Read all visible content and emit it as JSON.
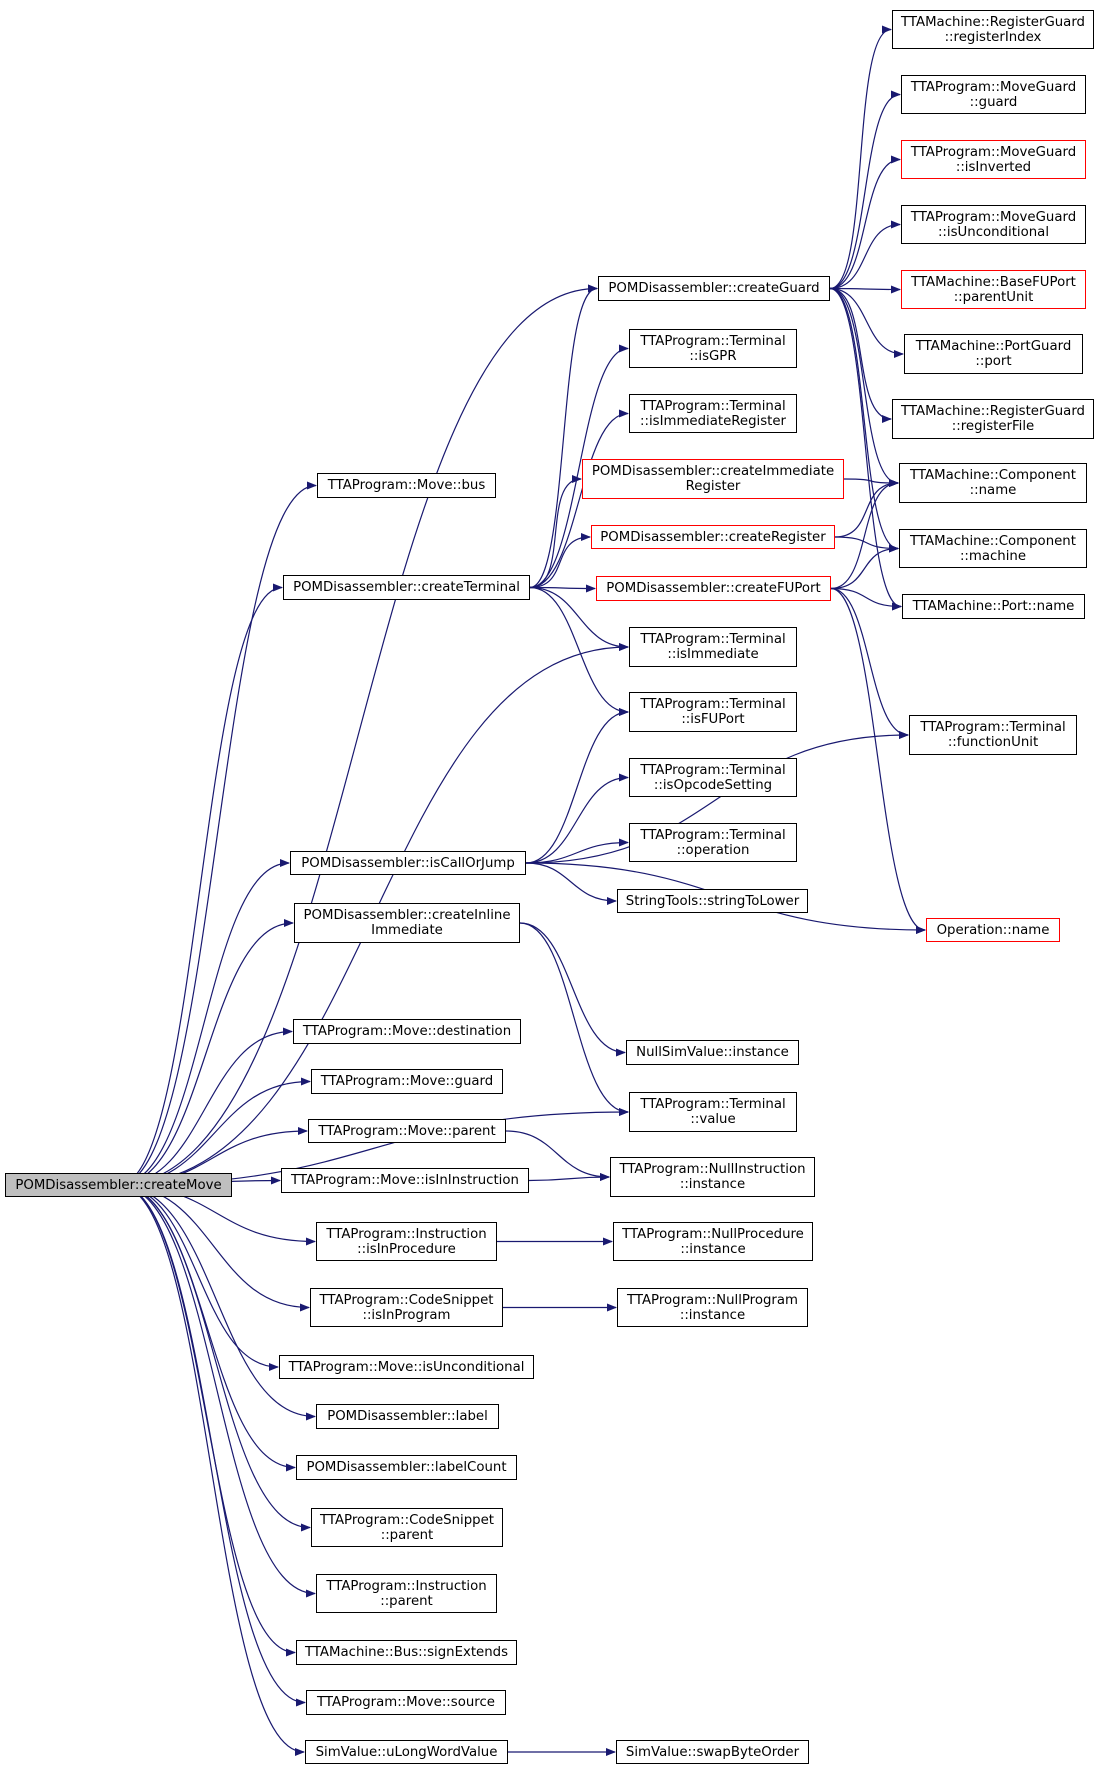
{
  "diagram": {
    "root": "create_move",
    "colors": {
      "edge": "#191970",
      "node_border": "#000000",
      "incomplete_border": "#ff0000",
      "root_fill": "#bfbfbf"
    },
    "nodes": {
      "create_move": {
        "lines": [
          "POMDisassembler::createMove"
        ],
        "incomplete": false
      },
      "move_bus": {
        "lines": [
          "TTAProgram::Move::bus"
        ],
        "incomplete": false
      },
      "create_terminal": {
        "lines": [
          "POMDisassembler::createTerminal"
        ],
        "incomplete": false
      },
      "is_call_or_jump": {
        "lines": [
          "POMDisassembler::isCallOrJump"
        ],
        "incomplete": false
      },
      "create_inline_immediate": {
        "lines": [
          "POMDisassembler::createInline",
          "Immediate"
        ],
        "incomplete": false
      },
      "move_destination": {
        "lines": [
          "TTAProgram::Move::destination"
        ],
        "incomplete": false
      },
      "move_guard": {
        "lines": [
          "TTAProgram::Move::guard"
        ],
        "incomplete": false
      },
      "move_parent": {
        "lines": [
          "TTAProgram::Move::parent"
        ],
        "incomplete": false
      },
      "move_is_in_instruction": {
        "lines": [
          "TTAProgram::Move::isInInstruction"
        ],
        "incomplete": false
      },
      "instruction_is_in_procedure": {
        "lines": [
          "TTAProgram::Instruction",
          "::isInProcedure"
        ],
        "incomplete": false
      },
      "code_snippet_is_in_program": {
        "lines": [
          "TTAProgram::CodeSnippet",
          "::isInProgram"
        ],
        "incomplete": false
      },
      "move_is_unconditional": {
        "lines": [
          "TTAProgram::Move::isUnconditional"
        ],
        "incomplete": false
      },
      "label": {
        "lines": [
          "POMDisassembler::label"
        ],
        "incomplete": false
      },
      "label_count": {
        "lines": [
          "POMDisassembler::labelCount"
        ],
        "incomplete": false
      },
      "code_snippet_parent": {
        "lines": [
          "TTAProgram::CodeSnippet",
          "::parent"
        ],
        "incomplete": false
      },
      "instruction_parent": {
        "lines": [
          "TTAProgram::Instruction",
          "::parent"
        ],
        "incomplete": false
      },
      "bus_sign_extends": {
        "lines": [
          "TTAMachine::Bus::signExtends"
        ],
        "incomplete": false
      },
      "move_source": {
        "lines": [
          "TTAProgram::Move::source"
        ],
        "incomplete": false
      },
      "u_long_word_value": {
        "lines": [
          "SimValue::uLongWordValue"
        ],
        "incomplete": false
      },
      "create_guard": {
        "lines": [
          "POMDisassembler::createGuard"
        ],
        "incomplete": false
      },
      "terminal_is_gpr": {
        "lines": [
          "TTAProgram::Terminal",
          "::isGPR"
        ],
        "incomplete": false
      },
      "terminal_is_immediate_register": {
        "lines": [
          "TTAProgram::Terminal",
          "::isImmediateRegister"
        ],
        "incomplete": false
      },
      "create_immediate_register": {
        "lines": [
          "POMDisassembler::createImmediate",
          "Register"
        ],
        "incomplete": true
      },
      "create_register": {
        "lines": [
          "POMDisassembler::createRegister"
        ],
        "incomplete": true
      },
      "create_fu_port": {
        "lines": [
          "POMDisassembler::createFUPort"
        ],
        "incomplete": true
      },
      "terminal_is_immediate": {
        "lines": [
          "TTAProgram::Terminal",
          "::isImmediate"
        ],
        "incomplete": false
      },
      "terminal_is_fu_port": {
        "lines": [
          "TTAProgram::Terminal",
          "::isFUPort"
        ],
        "incomplete": false
      },
      "terminal_is_opcode_setting": {
        "lines": [
          "TTAProgram::Terminal",
          "::isOpcodeSetting"
        ],
        "incomplete": false
      },
      "terminal_operation": {
        "lines": [
          "TTAProgram::Terminal",
          "::operation"
        ],
        "incomplete": false
      },
      "string_to_lower": {
        "lines": [
          "StringTools::stringToLower"
        ],
        "incomplete": false
      },
      "null_sim_value_instance": {
        "lines": [
          "NullSimValue::instance"
        ],
        "incomplete": false
      },
      "terminal_value": {
        "lines": [
          "TTAProgram::Terminal",
          "::value"
        ],
        "incomplete": false
      },
      "null_instruction_instance": {
        "lines": [
          "TTAProgram::NullInstruction",
          "::instance"
        ],
        "incomplete": false
      },
      "null_procedure_instance": {
        "lines": [
          "TTAProgram::NullProcedure",
          "::instance"
        ],
        "incomplete": false
      },
      "null_program_instance": {
        "lines": [
          "TTAProgram::NullProgram",
          "::instance"
        ],
        "incomplete": false
      },
      "swap_byte_order": {
        "lines": [
          "SimValue::swapByteOrder"
        ],
        "incomplete": false
      },
      "register_guard_register_index": {
        "lines": [
          "TTAMachine::RegisterGuard",
          "::registerIndex"
        ],
        "incomplete": false
      },
      "move_guard_guard": {
        "lines": [
          "TTAProgram::MoveGuard",
          "::guard"
        ],
        "incomplete": false
      },
      "move_guard_is_inverted": {
        "lines": [
          "TTAProgram::MoveGuard",
          "::isInverted"
        ],
        "incomplete": true
      },
      "move_guard_is_unconditional": {
        "lines": [
          "TTAProgram::MoveGuard",
          "::isUnconditional"
        ],
        "incomplete": false
      },
      "base_fu_port_parent_unit": {
        "lines": [
          "TTAMachine::BaseFUPort",
          "::parentUnit"
        ],
        "incomplete": true
      },
      "port_guard_port": {
        "lines": [
          "TTAMachine::PortGuard",
          "::port"
        ],
        "incomplete": false
      },
      "register_guard_register_file": {
        "lines": [
          "TTAMachine::RegisterGuard",
          "::registerFile"
        ],
        "incomplete": false
      },
      "component_name": {
        "lines": [
          "TTAMachine::Component",
          "::name"
        ],
        "incomplete": false
      },
      "component_machine": {
        "lines": [
          "TTAMachine::Component",
          "::machine"
        ],
        "incomplete": false
      },
      "port_name": {
        "lines": [
          "TTAMachine::Port::name"
        ],
        "incomplete": false
      },
      "terminal_function_unit": {
        "lines": [
          "TTAProgram::Terminal",
          "::functionUnit"
        ],
        "incomplete": false
      },
      "operation_name": {
        "lines": [
          "Operation::name"
        ],
        "incomplete": true
      }
    },
    "edges": [
      [
        "create_move",
        "move_bus"
      ],
      [
        "create_move",
        "create_terminal"
      ],
      [
        "create_move",
        "is_call_or_jump"
      ],
      [
        "create_move",
        "create_inline_immediate"
      ],
      [
        "create_move",
        "move_destination"
      ],
      [
        "create_move",
        "move_guard"
      ],
      [
        "create_move",
        "move_parent"
      ],
      [
        "create_move",
        "move_is_in_instruction"
      ],
      [
        "create_move",
        "instruction_is_in_procedure"
      ],
      [
        "create_move",
        "code_snippet_is_in_program"
      ],
      [
        "create_move",
        "move_is_unconditional"
      ],
      [
        "create_move",
        "label"
      ],
      [
        "create_move",
        "label_count"
      ],
      [
        "create_move",
        "code_snippet_parent"
      ],
      [
        "create_move",
        "instruction_parent"
      ],
      [
        "create_move",
        "bus_sign_extends"
      ],
      [
        "create_move",
        "move_source"
      ],
      [
        "create_move",
        "u_long_word_value"
      ],
      [
        "create_move",
        "create_guard"
      ],
      [
        "create_move",
        "terminal_is_immediate"
      ],
      [
        "create_move",
        "terminal_value"
      ],
      [
        "create_terminal",
        "create_guard"
      ],
      [
        "create_terminal",
        "terminal_is_gpr"
      ],
      [
        "create_terminal",
        "terminal_is_immediate_register"
      ],
      [
        "create_terminal",
        "create_immediate_register"
      ],
      [
        "create_terminal",
        "create_register"
      ],
      [
        "create_terminal",
        "create_fu_port"
      ],
      [
        "create_terminal",
        "terminal_is_immediate"
      ],
      [
        "create_terminal",
        "terminal_is_fu_port"
      ],
      [
        "is_call_or_jump",
        "terminal_is_fu_port"
      ],
      [
        "is_call_or_jump",
        "terminal_is_opcode_setting"
      ],
      [
        "is_call_or_jump",
        "terminal_operation"
      ],
      [
        "is_call_or_jump",
        "string_to_lower"
      ],
      [
        "is_call_or_jump",
        "terminal_function_unit"
      ],
      [
        "is_call_or_jump",
        "operation_name"
      ],
      [
        "create_inline_immediate",
        "null_sim_value_instance"
      ],
      [
        "create_inline_immediate",
        "terminal_value"
      ],
      [
        "move_parent",
        "null_instruction_instance"
      ],
      [
        "move_is_in_instruction",
        "null_instruction_instance"
      ],
      [
        "instruction_is_in_procedure",
        "null_procedure_instance"
      ],
      [
        "code_snippet_is_in_program",
        "null_program_instance"
      ],
      [
        "u_long_word_value",
        "swap_byte_order"
      ],
      [
        "create_guard",
        "register_guard_register_index"
      ],
      [
        "create_guard",
        "move_guard_guard"
      ],
      [
        "create_guard",
        "move_guard_is_inverted"
      ],
      [
        "create_guard",
        "move_guard_is_unconditional"
      ],
      [
        "create_guard",
        "base_fu_port_parent_unit"
      ],
      [
        "create_guard",
        "port_guard_port"
      ],
      [
        "create_guard",
        "register_guard_register_file"
      ],
      [
        "create_guard",
        "component_name"
      ],
      [
        "create_guard",
        "component_machine"
      ],
      [
        "create_guard",
        "port_name"
      ],
      [
        "create_immediate_register",
        "component_name"
      ],
      [
        "create_register",
        "component_name"
      ],
      [
        "create_register",
        "component_machine"
      ],
      [
        "create_fu_port",
        "component_name"
      ],
      [
        "create_fu_port",
        "component_machine"
      ],
      [
        "create_fu_port",
        "port_name"
      ],
      [
        "create_fu_port",
        "terminal_function_unit"
      ],
      [
        "create_fu_port",
        "operation_name"
      ]
    ]
  }
}
